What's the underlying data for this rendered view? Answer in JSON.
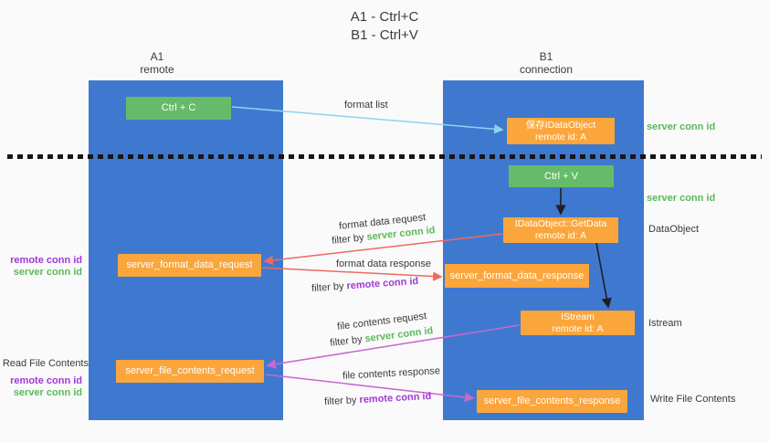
{
  "palette": {
    "lane_blue": "#3e79cf",
    "box_green": "#66bb6a",
    "box_orange": "#fba63c",
    "arrow_blue": "#8ed4f0",
    "arrow_red": "#ee6a5f",
    "arrow_magenta": "#c968cf",
    "arrow_black": "#1f1f1f",
    "text_green": "#5cb85c",
    "text_purple": "#a138d5",
    "text_dark": "#3a3a3a",
    "background": "#fafafa"
  },
  "title": {
    "line1": "A1 - Ctrl+C",
    "line2": "B1 - Ctrl+V"
  },
  "lanes": {
    "left": {
      "name": "A1",
      "subtitle": "remote"
    },
    "right": {
      "name": "B1",
      "subtitle": "connection"
    }
  },
  "boxes": {
    "ctrl_c": "Ctrl + C",
    "ctrl_v": "Ctrl + V",
    "save_dataobject": {
      "line1": "保存IDataObject",
      "line2": "remote id: A"
    },
    "getdata": {
      "line1": "IDataObject::GetData",
      "line2": "remote id: A"
    },
    "istream": {
      "line1": "IStream",
      "line2": "remote id: A"
    },
    "format_request": "server_format_data_request",
    "format_response": "server_format_data_response",
    "file_request": "server_file_contents_request",
    "file_response": "server_file_contents_response"
  },
  "arrow_labels": {
    "format_list": "format list",
    "format_data_request": "format data request",
    "filter_server_1": {
      "prefix": "filter by ",
      "highlight": "server conn id"
    },
    "format_data_response": "format data response",
    "filter_remote_1": {
      "prefix": "filter by ",
      "highlight": "remote conn id"
    },
    "file_contents_request": "file contents request",
    "filter_server_2": {
      "prefix": "filter by ",
      "highlight": "server conn id"
    },
    "file_contents_response": "file contents response",
    "filter_remote_2": {
      "prefix": "filter by ",
      "highlight": "remote conn id"
    }
  },
  "side_labels": {
    "server_conn_top_right": "server conn id",
    "server_conn_mid_right": "server conn id",
    "dataobject": "DataObject",
    "istream": "Istream",
    "write_file_contents": "Write File Contents",
    "read_file_contents": "Read File Contents",
    "remote_conn_left_1": "remote conn id",
    "server_conn_left_1": "server conn id",
    "remote_conn_left_2": "remote conn id",
    "server_conn_left_2": "server conn id"
  }
}
